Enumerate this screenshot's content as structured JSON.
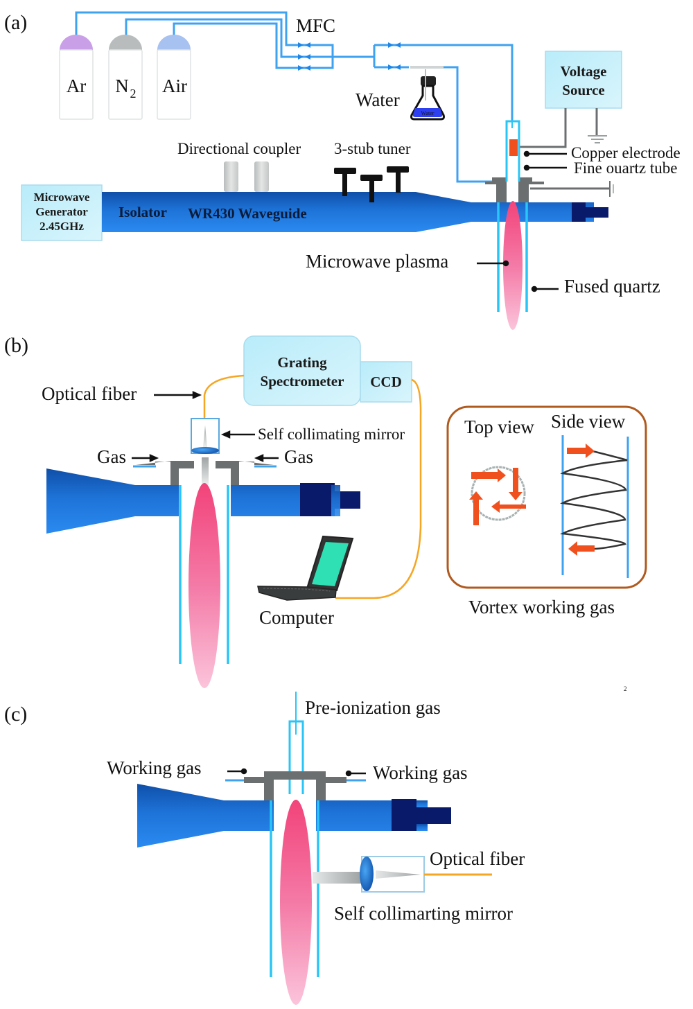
{
  "figure": {
    "colors": {
      "gas_line": "#3fa2f0",
      "waveguide": "#1a6fd6",
      "waveguide_dark": "#0d4ea8",
      "plasma": "#f06292",
      "quartz": "#29c5f6",
      "flange": "#6b6f70",
      "box_fill": "#c9f0fa",
      "optical_fiber": "#f5a623",
      "electrode": "#f0501e",
      "vortex_border": "#b05a1e",
      "arrow_orange": "#f0501e",
      "laptop_screen": "#2ee0b4",
      "short_circuit": "#0a1a6a"
    }
  },
  "panel_a": {
    "label": "(a)",
    "cylinders": [
      {
        "name": "Ar",
        "cap_color": "#c9a0e8"
      },
      {
        "name": "N",
        "sub": "2",
        "cap_color": "#b8bcbc"
      },
      {
        "name": "Air",
        "cap_color": "#a7c1f0"
      }
    ],
    "mfc_label": "MFC",
    "water_label": "Water",
    "water_flask_text": "Water",
    "voltage_source": {
      "line1": "Voltage",
      "line2": "Source"
    },
    "copper_electrode": "Copper electrode",
    "fine_quartz_tube": "Fine ouartz tube",
    "directional_coupler": "Directional coupler",
    "stub_tuner": "3-stub tuner",
    "microwave_generator": {
      "line1": "Microwave",
      "line2": "Generator",
      "line3": "2.45GHz"
    },
    "isolator": "Isolator",
    "waveguide": "WR430 Waveguide",
    "microwave_plasma": "Microwave plasma",
    "fused_quartz": "Fused quartz"
  },
  "panel_b": {
    "label": "(b)",
    "spectrometer": {
      "line1": "Grating",
      "line2": "Spectrometer"
    },
    "ccd": "CCD",
    "optical_fiber": "Optical fiber",
    "self_collimating_mirror": "Self collimating mirror",
    "gas_left": "Gas",
    "gas_right": "Gas",
    "computer": "Computer",
    "vortex": {
      "top_view": "Top view",
      "side_view": "Side view",
      "caption": "Vortex working gas"
    },
    "stray_mark": "2"
  },
  "panel_c": {
    "label": "(c)",
    "pre_ionization_gas": "Pre-ionization gas",
    "working_gas_left": "Working gas",
    "working_gas_right": "Working gas",
    "optical_fiber": "Optical fiber",
    "self_collimating_mirror": "Self collimarting mirror"
  }
}
